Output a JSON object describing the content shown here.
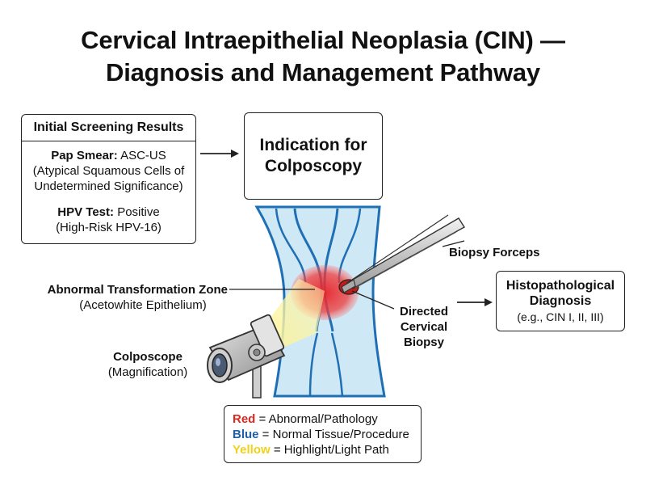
{
  "title": {
    "line1": "Cervical Intraepithelial Neoplasia (CIN) —",
    "line2": "Diagnosis and Management Pathway"
  },
  "screening": {
    "header": "Initial Screening Results",
    "pap_label": "Pap Smear:",
    "pap_value": "ASC-US",
    "pap_desc1": "(Atypical Squamous Cells of",
    "pap_desc2": "Undetermined Significance)",
    "hpv_label": "HPV Test:",
    "hpv_value": "Positive",
    "hpv_desc": "(High-Risk HPV-16)"
  },
  "indication": {
    "line1": "Indication for",
    "line2": "Colposcopy"
  },
  "labels": {
    "forceps": "Biopsy Forceps",
    "atz_title": "Abnormal Transformation Zone",
    "atz_sub": "(Acetowhite Epithelium)",
    "biopsy1": "Directed",
    "biopsy2": "Cervical",
    "biopsy3": "Biopsy",
    "colposcope_title": "Colposcope",
    "colposcope_sub": "(Magnification)"
  },
  "histo": {
    "line1": "Histopathological",
    "line2": "Diagnosis",
    "line3": "(e.g., CIN I, II, III)"
  },
  "legend": [
    {
      "key": "Red",
      "desc": " = Abnormal/Pathology",
      "color": "#d8281f"
    },
    {
      "key": "Blue",
      "desc": " = Normal Tissue/Procedure",
      "color": "#1f5fa8"
    },
    {
      "key": "Yellow",
      "desc": " = Highlight/Light Path",
      "color": "#f0d21a"
    }
  ],
  "colors": {
    "tissue_fill": "#cfe8f5",
    "tissue_stroke": "#1f6fb5",
    "pathology": "#e8232a",
    "light": "#fbef7a"
  }
}
